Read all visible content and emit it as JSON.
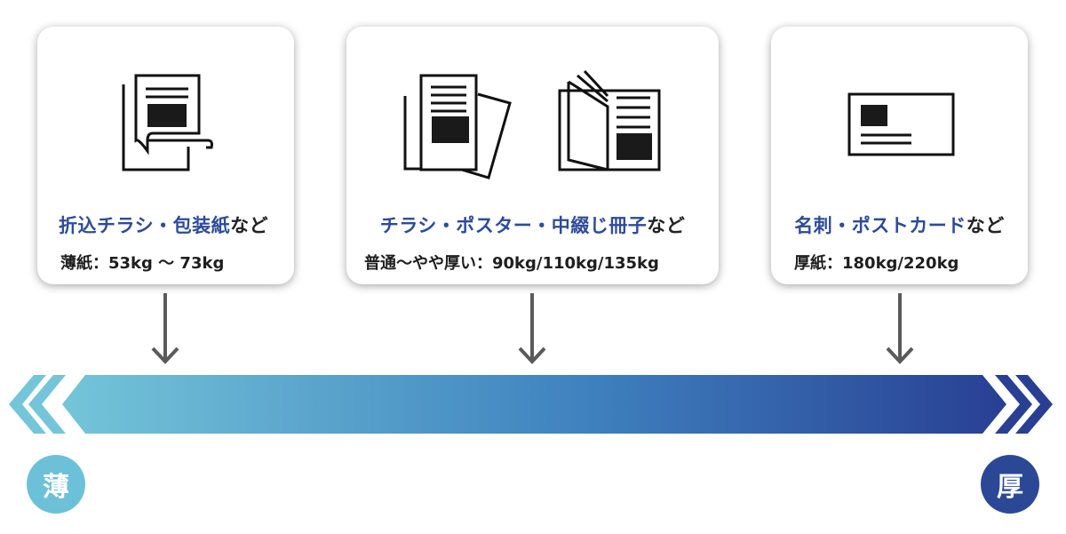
{
  "cards": [
    {
      "title_highlight": "折込チラシ・包装紙",
      "title_suffix": "など",
      "spec": "薄紙：53kg 〜 73kg",
      "icons": [
        "flyer-icon"
      ]
    },
    {
      "title_highlight": "チラシ・ポスター・中綴じ冊子",
      "title_suffix": "など",
      "spec": "普通〜やや厚い：90kg/110kg/135kg",
      "icons": [
        "leaflets-icon",
        "booklet-icon"
      ]
    },
    {
      "title_highlight": "名刺・ポストカード",
      "title_suffix": "など",
      "spec": "厚紙：180kg/220kg",
      "icons": [
        "postcard-icon"
      ]
    }
  ],
  "scale": {
    "thin_label": "薄",
    "thick_label": "厚",
    "colors": {
      "light": "#74c5d9",
      "mid": "#3f82bf",
      "dark": "#283f93",
      "arrow": "#5a5a5a"
    }
  }
}
